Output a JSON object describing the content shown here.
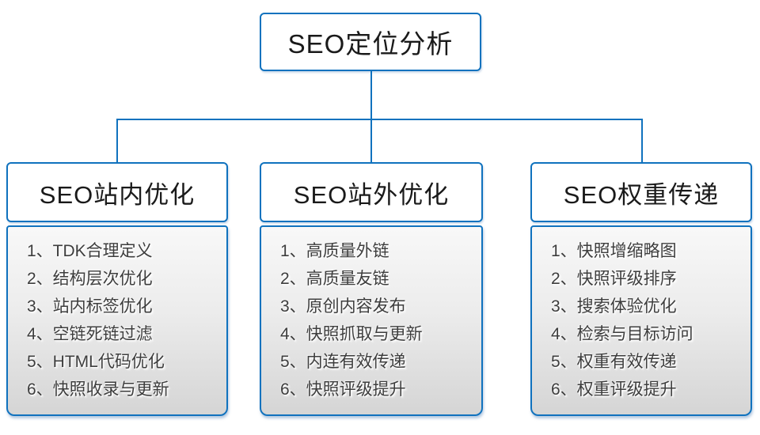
{
  "diagram": {
    "root": {
      "label": "SEO定位分析"
    },
    "branches": [
      {
        "title": "SEO站内优化",
        "items": [
          "1、TDK合理定义",
          "2、结构层次优化",
          "3、站内标签优化",
          "4、空链死链过滤",
          "5、HTML代码优化",
          "6、快照收录与更新"
        ]
      },
      {
        "title": "SEO站外优化",
        "items": [
          "1、高质量外链",
          "2、高质量友链",
          "3、原创内容发布",
          "4、快照抓取与更新",
          "5、内连有效传递",
          "6、快照评级提升"
        ]
      },
      {
        "title": "SEO权重传递",
        "items": [
          "1、快照增缩略图",
          "2、快照评级排序",
          "3、搜索体验优化",
          "4、检索与目标访问",
          "5、权重有效传递",
          "6、权重评级提升"
        ]
      }
    ]
  },
  "colors": {
    "accent": "#1072BE",
    "header_text": "#1a1a1a",
    "list_text": "#3d3d3d",
    "list_bg_top": "#f8f8f8",
    "list_bg_bottom": "#d5d5d5"
  }
}
